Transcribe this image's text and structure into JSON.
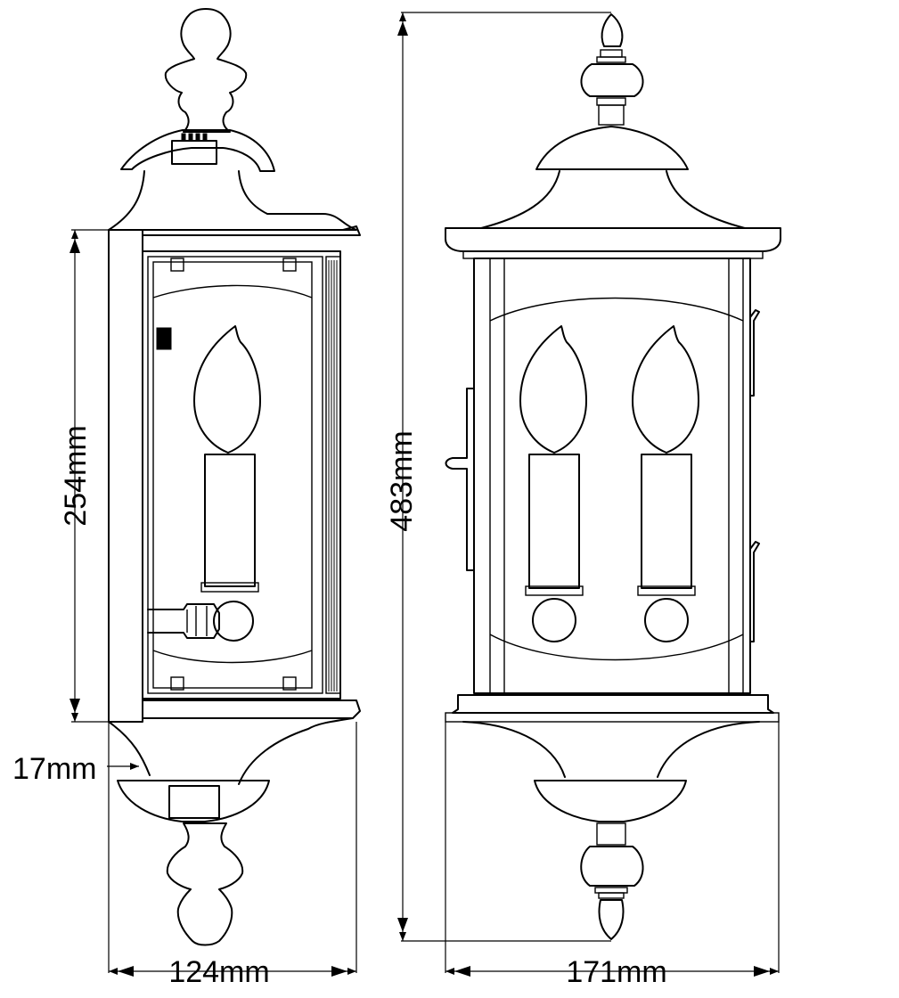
{
  "dimensions": {
    "height_front": "483mm",
    "height_side_body": "254mm",
    "wall_offset": "17mm",
    "depth_side": "124mm",
    "width_front": "171mm"
  }
}
